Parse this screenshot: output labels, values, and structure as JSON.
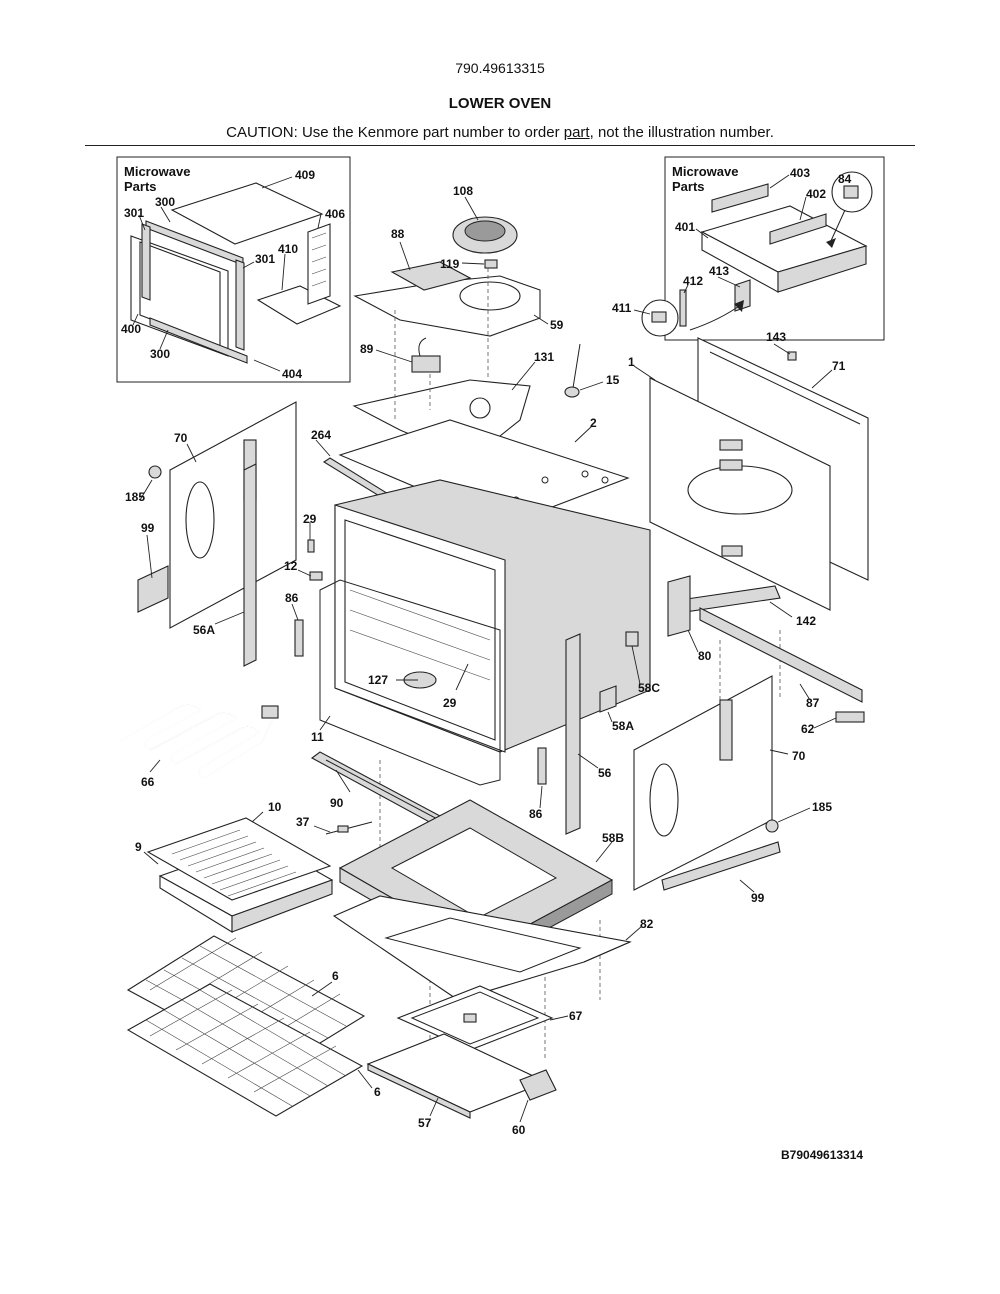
{
  "header": {
    "model_number": "790.49613315",
    "title": "LOWER OVEN",
    "caution_before": "CAUTION: Use the Kenmore part number to order ",
    "caution_link": "part",
    "caution_after": ", not the illustration number."
  },
  "footer": {
    "reference": "B79049613314"
  },
  "boxes": {
    "left_title_1": "Microwave",
    "left_title_2": "Parts",
    "right_title_1": "Microwave",
    "right_title_2": "Parts"
  },
  "labels": {
    "l409": "409",
    "l300a": "300",
    "l301a": "301",
    "l406": "406",
    "l410": "410",
    "l301b": "301",
    "l400": "400",
    "l300b": "300",
    "l404": "404",
    "l403": "403",
    "l84": "84",
    "l402": "402",
    "l401": "401",
    "l413": "413",
    "l412": "412",
    "l411": "411",
    "l108": "108",
    "l88": "88",
    "l119": "119",
    "l59": "59",
    "l89": "89",
    "l131": "131",
    "l15": "15",
    "l143": "143",
    "l1": "1",
    "l71": "71",
    "l2": "2",
    "l264": "264",
    "l70a": "70",
    "l185a": "185",
    "l99a": "99",
    "l29a": "29",
    "l12": "12",
    "l86a": "86",
    "l56A": "56A",
    "l142": "142",
    "l80": "80",
    "l58C": "58C",
    "l87": "87",
    "l127": "127",
    "l29b": "29",
    "l58A": "58A",
    "l62": "62",
    "l11": "11",
    "l66": "66",
    "l56": "56",
    "l70b": "70",
    "l90": "90",
    "l86b": "86",
    "l185b": "185",
    "l10": "10",
    "l37": "37",
    "l9": "9",
    "l58B": "58B",
    "l99b": "99",
    "l82": "82",
    "l6a": "6",
    "l67": "67",
    "l6b": "6",
    "l57": "57",
    "l60": "60"
  },
  "colors": {
    "line": "#222222",
    "panel_fill": "#d9d9d9",
    "background": "#ffffff"
  }
}
